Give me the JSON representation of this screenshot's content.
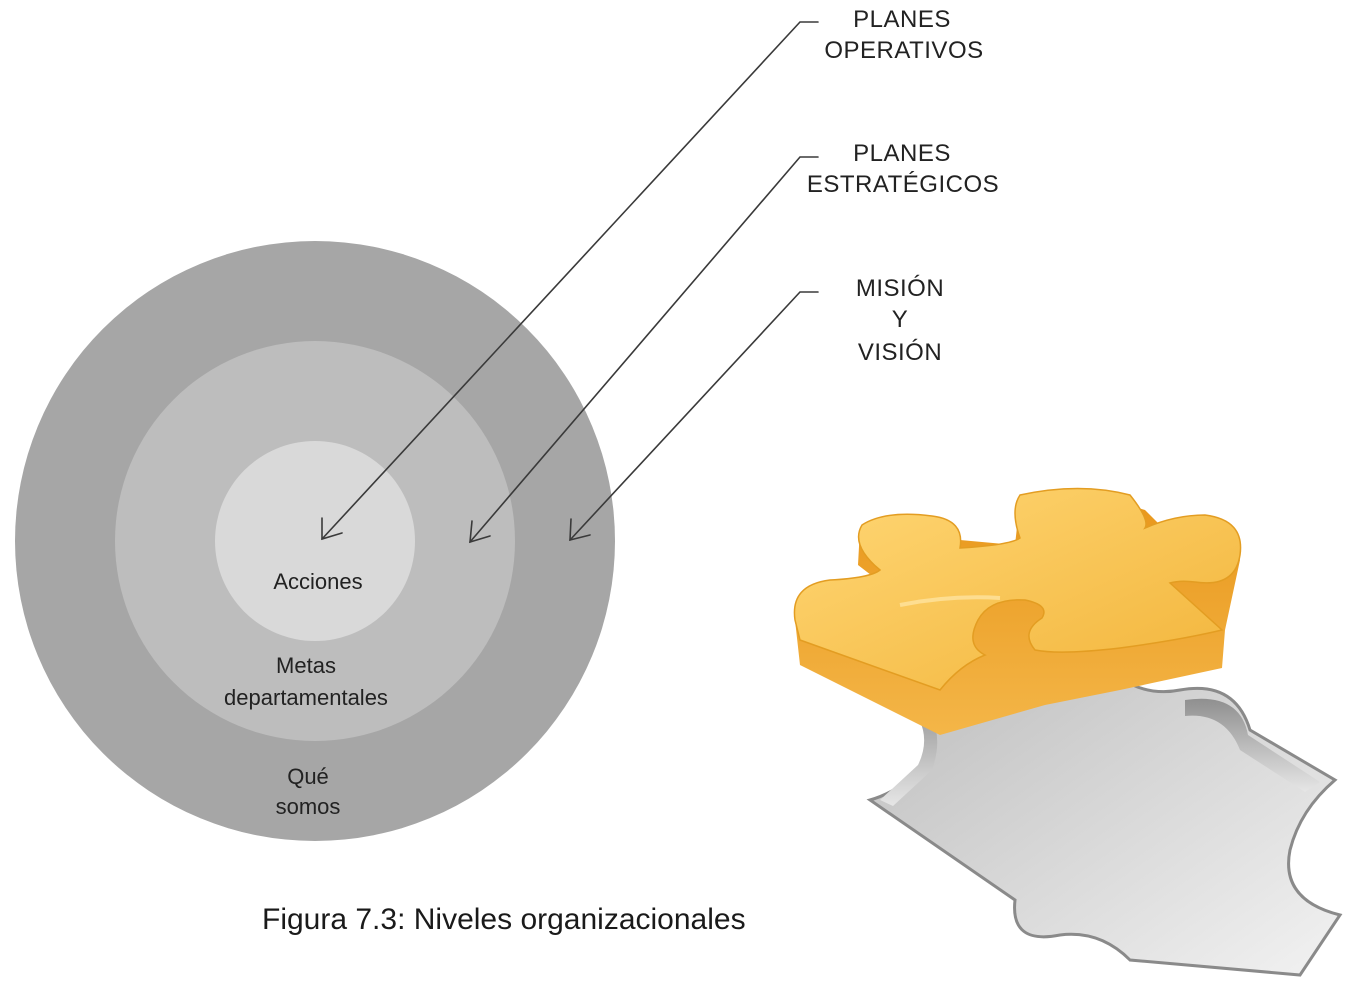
{
  "rings": {
    "outer_label_line1": "Qué",
    "outer_label_line2": "somos",
    "middle_label_line1": "Metas",
    "middle_label_line2": "departamentales",
    "inner_label": "Acciones"
  },
  "callouts": {
    "operativos_line1": "PLANES",
    "operativos_line2": "OPERATIVOS",
    "estrategicos_line1": "PLANES",
    "estrategicos_line2": "ESTRATÉGICOS",
    "mision_line1": "MISIÓN",
    "mision_line2": "Y",
    "mision_line3": "VISIÓN"
  },
  "caption": "Figura 7.3: Niveles organizacionales",
  "colors": {
    "outer_ring": "#a6a6a6",
    "middle_ring": "#bdbdbd",
    "inner_ring": "#d9d9d9",
    "puzzle_piece": "#f6b73c",
    "puzzle_hole": "#c9c9c9"
  }
}
